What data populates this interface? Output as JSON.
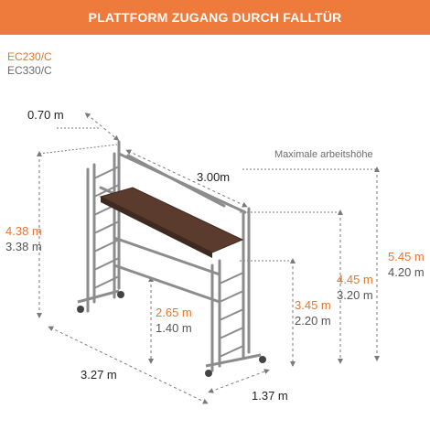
{
  "title": "PLATTFORM ZUGANG DURCH FALLTÜR",
  "models": {
    "primary": "EC230/C",
    "secondary": "EC330/C"
  },
  "dimensions": {
    "depth": "0.70 m",
    "length": "3.00m",
    "max_work_height_label": "Maximale arbeitshöhe",
    "total_height": {
      "primary": "4.38 m",
      "secondary": "3.38 m"
    },
    "work_height": {
      "primary": "5.45 m",
      "secondary": "4.20 m"
    },
    "handrail_height": {
      "primary": "4.45 m",
      "secondary": "3.20 m"
    },
    "platform_height": {
      "primary": "3.45 m",
      "secondary": "2.20 m"
    },
    "intermediate_height": {
      "primary": "2.65 m",
      "secondary": "1.40 m"
    },
    "base_length": "3.27 m",
    "base_width": "1.37 m"
  },
  "colors": {
    "accent": "#ee7a3b",
    "frame": "#8c8c8c",
    "deck": "#5a3b2e",
    "dim_line": "#7a7a7a"
  }
}
